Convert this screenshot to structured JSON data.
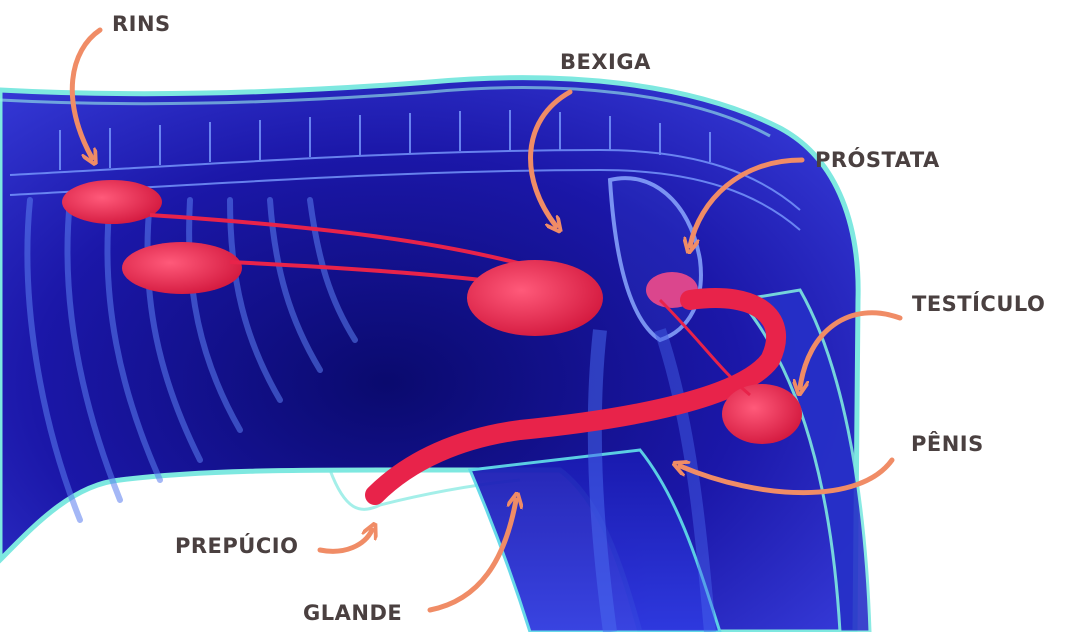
{
  "colors": {
    "background": "#ffffff",
    "body_outer": "#2a24c8",
    "body_core": "#0a0a6e",
    "outline_glow": "#7ee8e0",
    "skeleton": "#6a8cff",
    "organ": "#e8234a",
    "organ_light": "#f04a8a",
    "arrow": "#f08c66",
    "label_text": "#4a4040"
  },
  "labels": {
    "rins": "RINS",
    "bexiga": "BEXIGA",
    "prostata": "PRÓSTATA",
    "testiculo": "TESTÍCULO",
    "penis": "PÊNIS",
    "prepucio": "PREPÚCIO",
    "glande": "GLANDE"
  }
}
